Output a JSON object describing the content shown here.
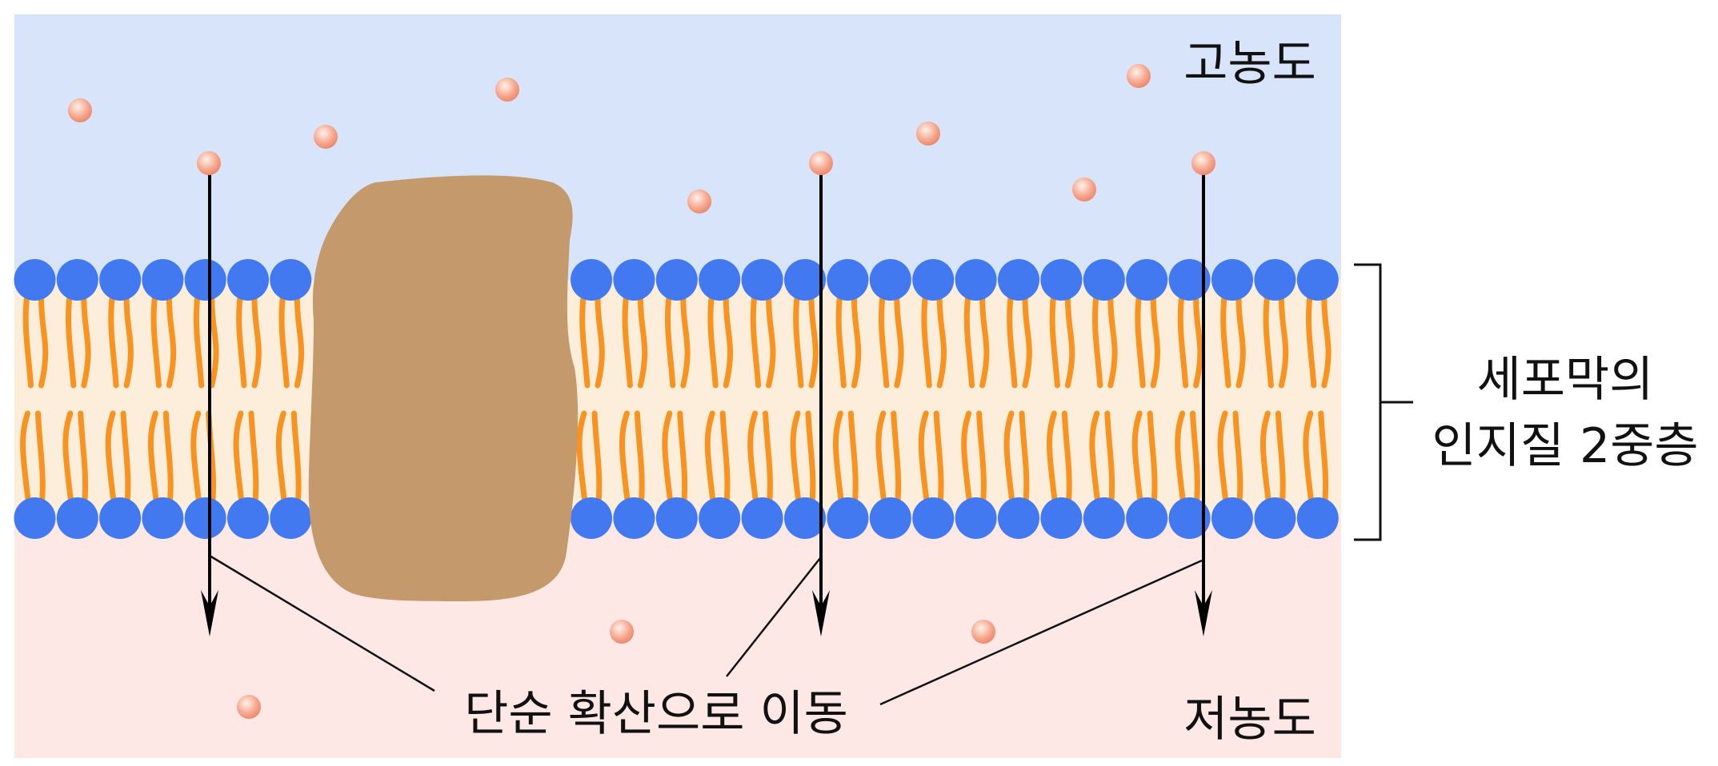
{
  "labels": {
    "high_concentration": "고농도",
    "low_concentration": "저농도",
    "bilayer_line1": "세포막의",
    "bilayer_line2": "인지질 2중층",
    "simple_diffusion": "단순 확산으로 이동"
  },
  "colors": {
    "outside": "#D8E4FA",
    "membrane_interior": "#FDEEDB",
    "inside": "#FDE8E6",
    "phospholipid_head": "#4279F0",
    "phospholipid_tail": "#F7931E",
    "protein": "#C49A6C",
    "molecule": "#F29A80"
  }
}
